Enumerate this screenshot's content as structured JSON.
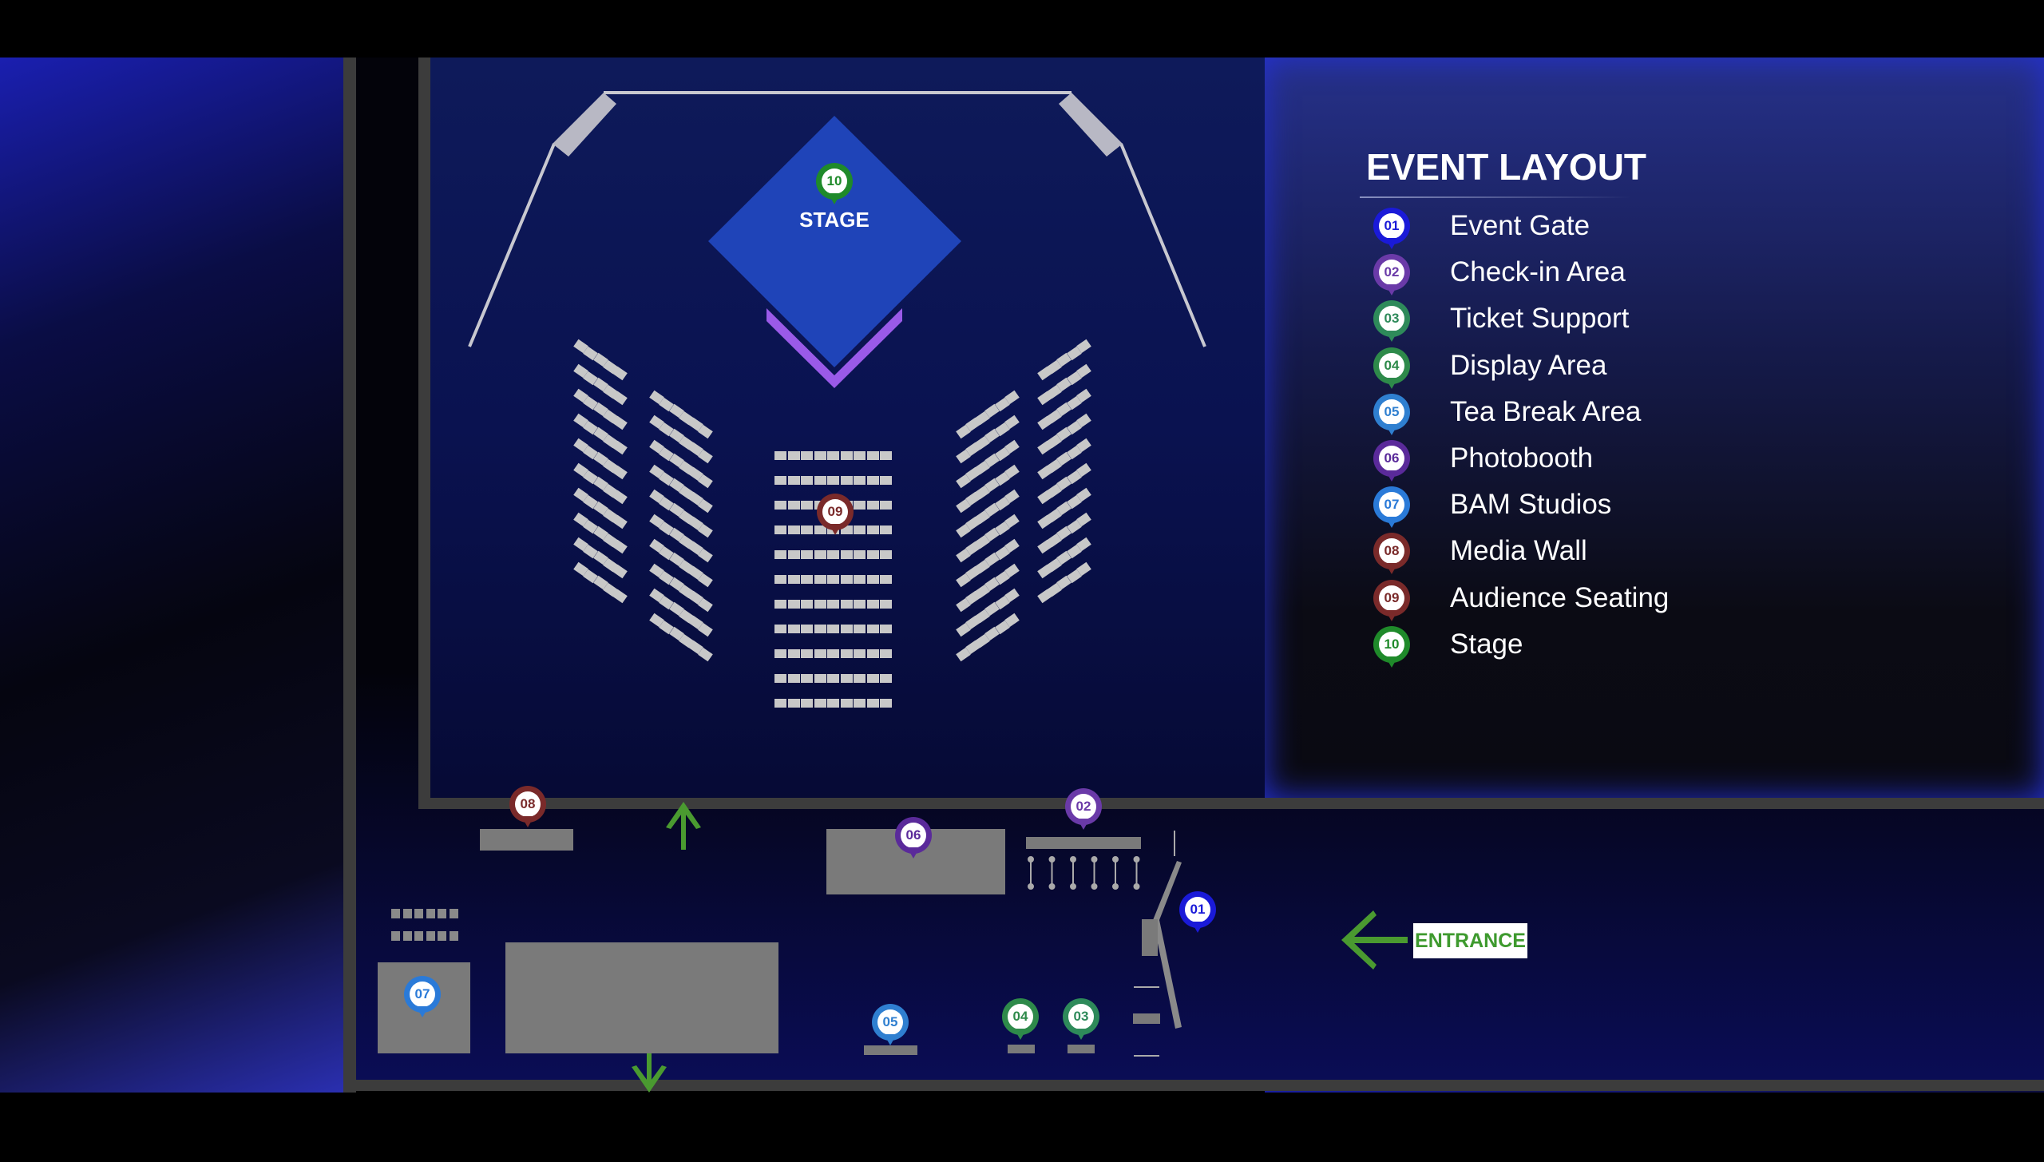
{
  "legend": {
    "title": "EVENT LAYOUT",
    "items": [
      {
        "num": "01",
        "label": "Event Gate",
        "color": "#1a1ad8"
      },
      {
        "num": "02",
        "label": "Check-in Area",
        "color": "#6a3aa8"
      },
      {
        "num": "03",
        "label": "Ticket Support",
        "color": "#2e8a5a"
      },
      {
        "num": "04",
        "label": "Display Area",
        "color": "#2e8a4a"
      },
      {
        "num": "05",
        "label": "Tea Break Area",
        "color": "#2f7fd0"
      },
      {
        "num": "06",
        "label": "Photobooth",
        "color": "#5a2a9a"
      },
      {
        "num": "07",
        "label": "BAM Studios",
        "color": "#2a7ad8"
      },
      {
        "num": "08",
        "label": "Media Wall",
        "color": "#7a2a2a"
      },
      {
        "num": "09",
        "label": "Audience Seating",
        "color": "#7a2a2a"
      },
      {
        "num": "10",
        "label": "Stage",
        "color": "#1f8a2a"
      }
    ]
  },
  "map": {
    "stage_label": "STAGE",
    "entrance_label": "ENTRANCE",
    "arrow_color": "#4a9a30"
  }
}
